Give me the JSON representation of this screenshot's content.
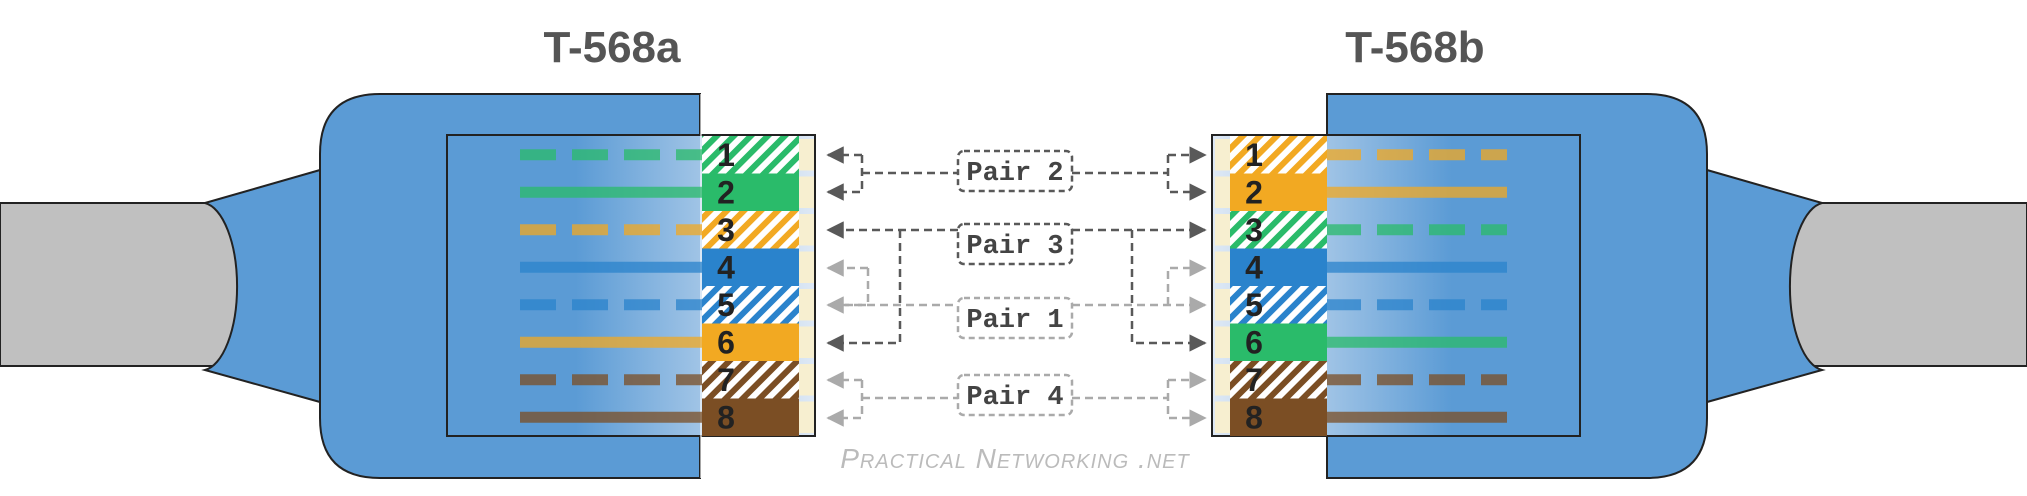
{
  "titles": {
    "left": "T-568a",
    "right": "T-568b"
  },
  "colors": {
    "connector": "#5b9bd5",
    "cable": "#c0c0c0",
    "green": "#2abb6a",
    "orange": "#f2a922",
    "blue": "#2a83cc",
    "brown": "#7b4e24",
    "arrow_dark": "#595959",
    "arrow_light": "#aaaaaa"
  },
  "left_pins": [
    {
      "num": "1",
      "color": "green",
      "striped": true
    },
    {
      "num": "2",
      "color": "green",
      "striped": false
    },
    {
      "num": "3",
      "color": "orange",
      "striped": true
    },
    {
      "num": "4",
      "color": "blue",
      "striped": false
    },
    {
      "num": "5",
      "color": "blue",
      "striped": true
    },
    {
      "num": "6",
      "color": "orange",
      "striped": false
    },
    {
      "num": "7",
      "color": "brown",
      "striped": true
    },
    {
      "num": "8",
      "color": "brown",
      "striped": false
    }
  ],
  "right_pins": [
    {
      "num": "1",
      "color": "orange",
      "striped": true
    },
    {
      "num": "2",
      "color": "orange",
      "striped": false
    },
    {
      "num": "3",
      "color": "green",
      "striped": true
    },
    {
      "num": "4",
      "color": "blue",
      "striped": false
    },
    {
      "num": "5",
      "color": "blue",
      "striped": true
    },
    {
      "num": "6",
      "color": "green",
      "striped": false
    },
    {
      "num": "7",
      "color": "brown",
      "striped": true
    },
    {
      "num": "8",
      "color": "brown",
      "striped": false
    }
  ],
  "pairs": [
    {
      "label": "Pair 2",
      "style": "dark"
    },
    {
      "label": "Pair 3",
      "style": "dark"
    },
    {
      "label": "Pair 1",
      "style": "light"
    },
    {
      "label": "Pair 4",
      "style": "light"
    }
  ],
  "credit": "Practical Networking .net"
}
